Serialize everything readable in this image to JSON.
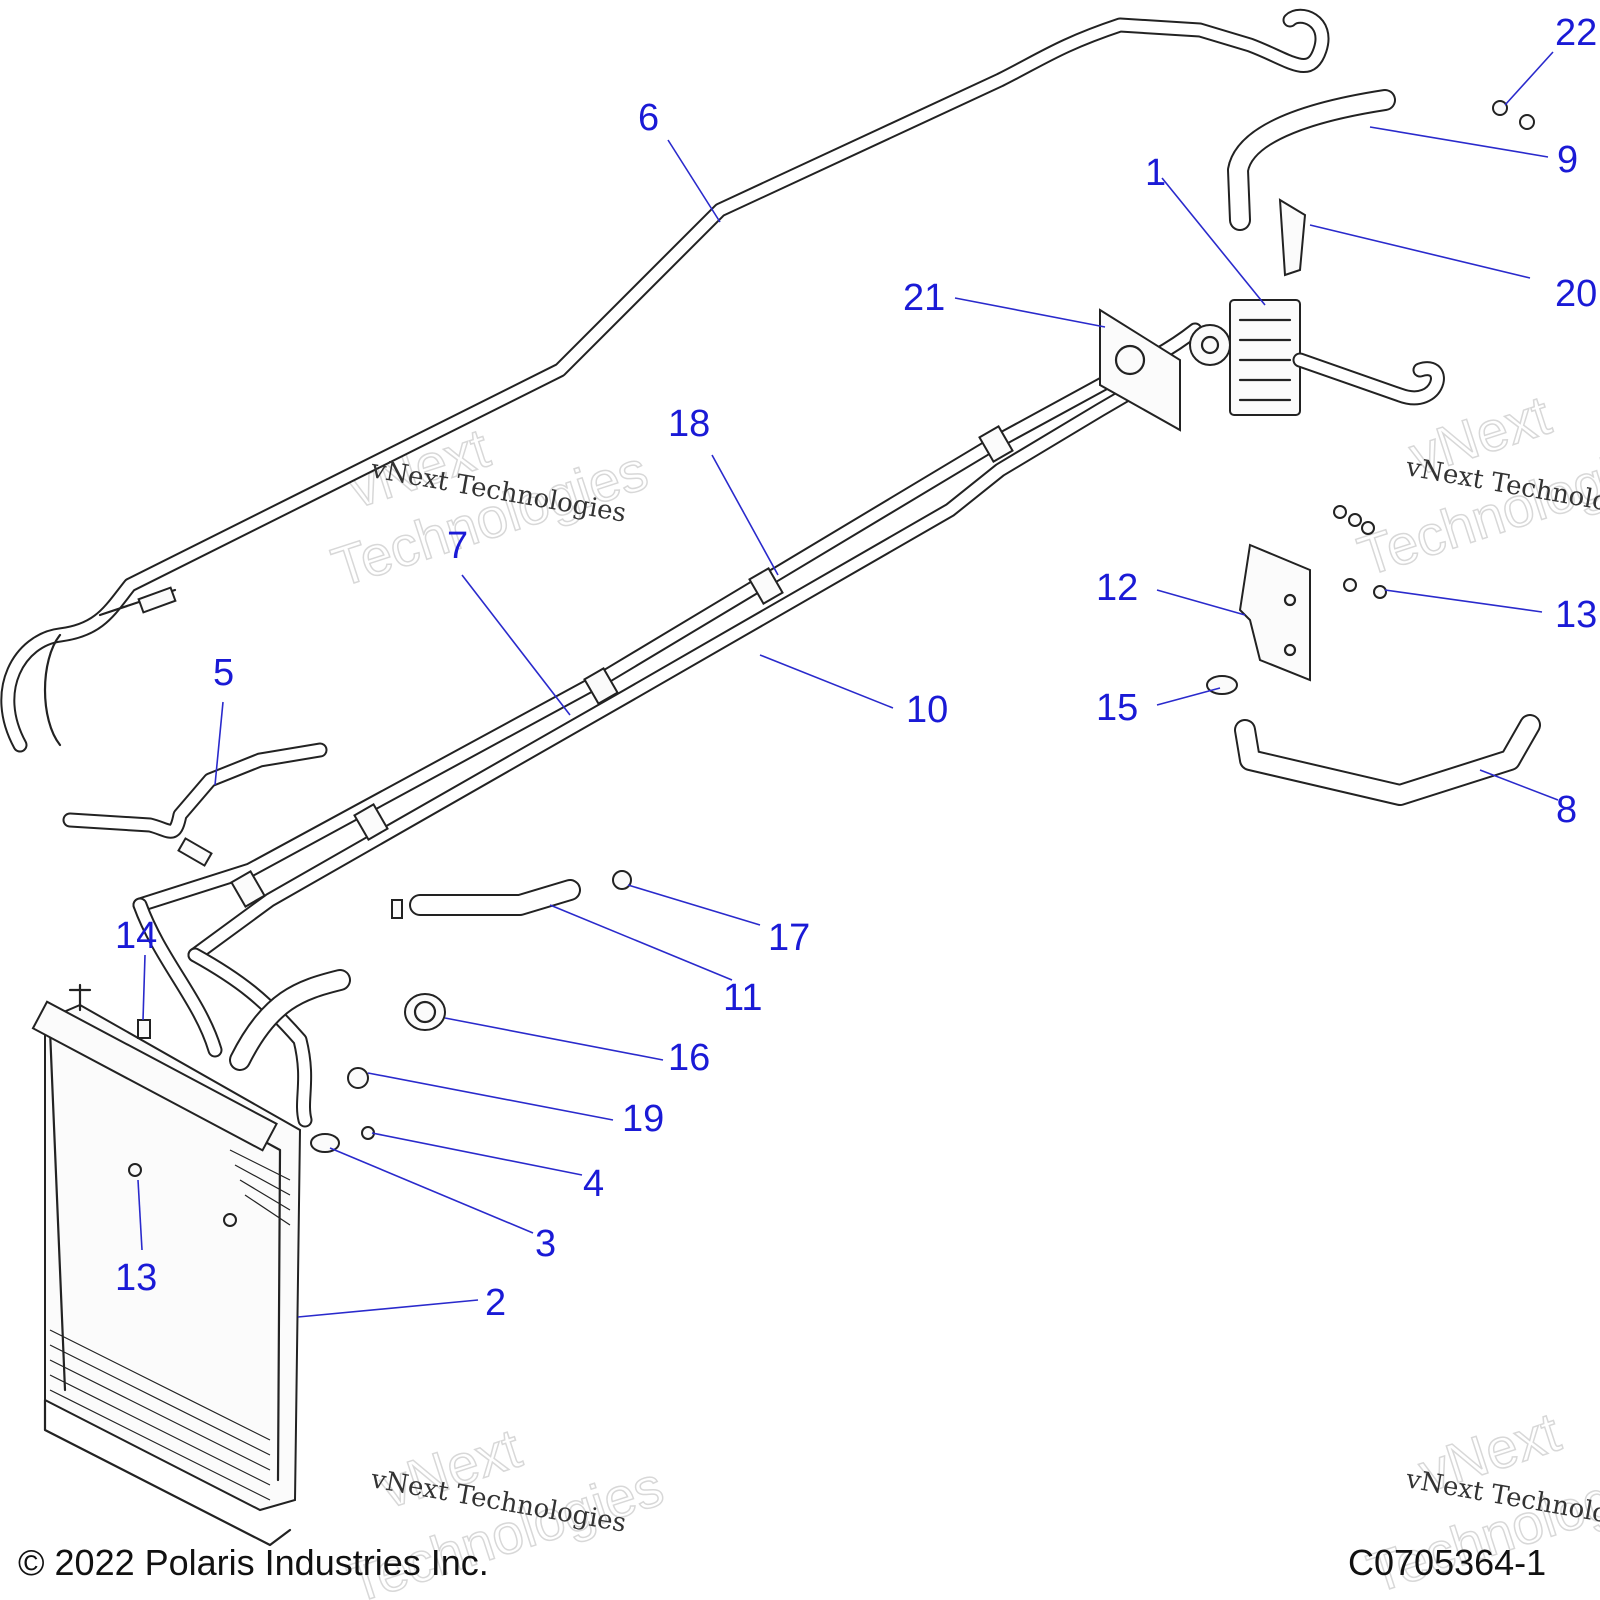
{
  "callouts": [
    "1",
    "2",
    "3",
    "4",
    "5",
    "6",
    "7",
    "8",
    "9",
    "10",
    "11",
    "12",
    "13",
    "13",
    "14",
    "15",
    "16",
    "17",
    "18",
    "19",
    "20",
    "21",
    "22"
  ],
  "watermark": {
    "text": "vNext Technologies",
    "big_line1": "vNext",
    "big_line2": "Technologies"
  },
  "footer": {
    "copyright": "© 2022 Polaris Industries Inc.",
    "code": "C0705364-1"
  },
  "colors": {
    "callout": "#1a1ad6",
    "leader": "#2a2acc",
    "line_art": "#222222"
  }
}
